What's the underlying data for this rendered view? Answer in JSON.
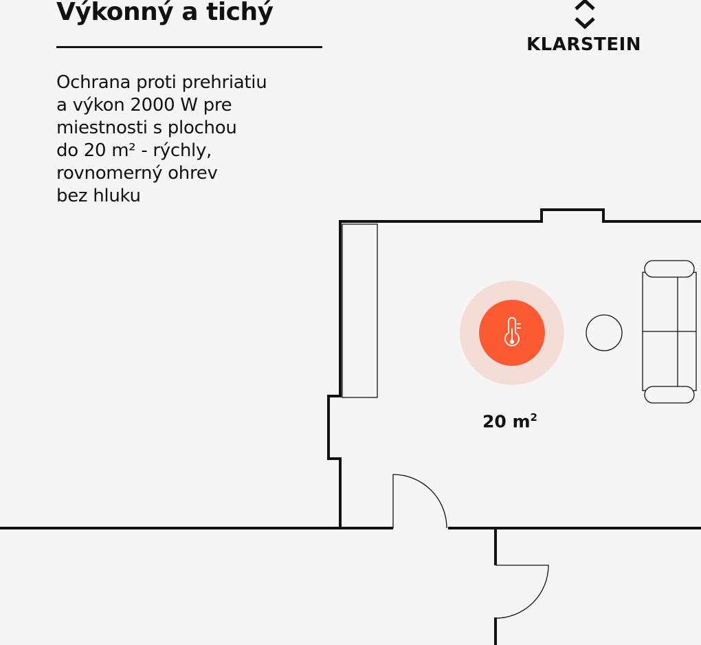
{
  "header": {
    "title": "Výkonný a tichý",
    "description_lines": [
      "Ochrana proti prehriatiu",
      "a výkon 2000 W pre",
      "miestnosti s plochou",
      "do 20 m² - rýchly,",
      "rovnomerný ohrev",
      "bez hluku"
    ]
  },
  "brand": {
    "name": "KLARSTEIN",
    "logo_icon": "klarstein-diamond-logo-icon"
  },
  "floor_plan": {
    "area_value": "20 m",
    "area_unit_superscript": "2",
    "heater_icon": "thermometer-icon",
    "colors": {
      "accent": "#fb5a33",
      "halo": "#f3ddd6",
      "walls": "#111111",
      "background": "#f5f5f5"
    }
  }
}
